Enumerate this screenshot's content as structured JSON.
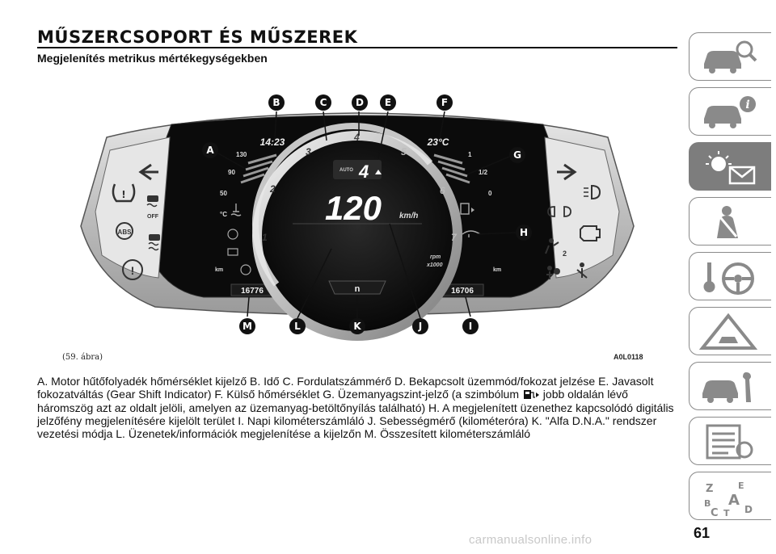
{
  "page": {
    "title": "MŰSZERCSOPORT ÉS MŰSZEREK",
    "subtitle": "Megjelenítés metrikus mértékegységekben",
    "figure_caption": "(59. ábra)",
    "figure_code": "A0L0118",
    "page_number": "61",
    "watermark": "carmanualsonline.info"
  },
  "description": {
    "part1": "A. Motor hűtőfolyadék hőmérséklet kijelző B. Idő C. Fordulatszámmérő D. Bekapcsolt üzemmód/fokozat jelzése E. Javasolt fokozatváltás (Gear Shift Indicator) F. Külső hőmérséklet G. Üzemanyagszint-jelző (a szimbólum",
    "part2": "jobb oldalán lévő háromszög azt az oldalt jelöli, amelyen az üzemanyag-betöltőnyílás található) H. A megjelenített üzenethez kapcsolódó digitális jelzőfény megjelenítésére kijelölt terület I. Napi kilométerszámláló J. Sebességmérő (kilométeróra) K. \"Alfa D.N.A.\" rendszer vezetési módja L. Üzenetek/információk megjelenítése a kijelzőn M. Összesített kilométerszámláló"
  },
  "cluster": {
    "time": "14:23",
    "outside_temp": "23°C",
    "gear": "4",
    "gear_mode": "AUTO",
    "speed": "120",
    "speed_unit": "km/h",
    "rpm_label": "rpm",
    "rpm_mult": "x1000",
    "odo_total": "16776",
    "odo_trip": "16706",
    "km_left": "km",
    "km_right": "km",
    "dna_mode": "n",
    "temp_label": "°C",
    "temp_ticks": [
      "130",
      "90",
      "50"
    ],
    "fuel_ticks": [
      "1",
      "1/2",
      "0"
    ],
    "rpm_ticks": [
      "1",
      "2",
      "3",
      "4",
      "5",
      "6",
      "7"
    ],
    "off_label": "OFF",
    "abs_label": "ABS",
    "airbag_num": "2"
  },
  "callouts": [
    "A",
    "B",
    "C",
    "D",
    "E",
    "F",
    "G",
    "H",
    "I",
    "J",
    "K",
    "L",
    "M"
  ],
  "tabs": [
    {
      "name": "car-search-icon"
    },
    {
      "name": "car-info-icon"
    },
    {
      "name": "warning-light-mail-icon",
      "active": true
    },
    {
      "name": "seat-belt-person-icon"
    },
    {
      "name": "steering-key-icon"
    },
    {
      "name": "warning-triangle-car-icon"
    },
    {
      "name": "car-wrench-icon"
    },
    {
      "name": "spec-list-icon"
    },
    {
      "name": "alphabet-index-icon"
    }
  ],
  "tab_letters": [
    "Z",
    "E",
    "B",
    "A",
    "C",
    "T",
    "D"
  ],
  "colors": {
    "callout": "#111111",
    "accent_red": "#d62020",
    "display_bg": "#0b0b0b"
  }
}
